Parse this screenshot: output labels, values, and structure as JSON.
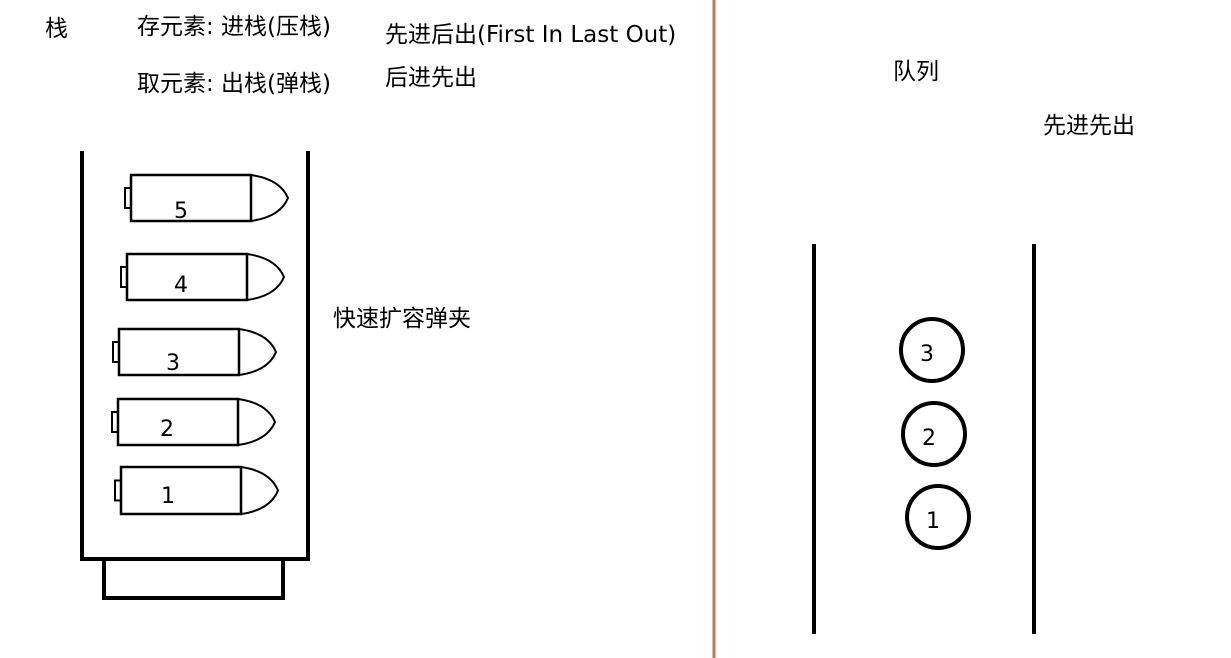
{
  "left_panel": {
    "stack_title": "栈",
    "push_text": "存元素: 进栈(压栈)",
    "pop_text": "取元素: 出栈(弹栈)",
    "filo_text": "先进后出(First In Last Out)",
    "lifo_text": "后进先出",
    "magazine_label": "快速扩容弹夹",
    "bullets": [
      "5",
      "4",
      "3",
      "2",
      "1"
    ]
  },
  "right_panel": {
    "queue_title": "队列",
    "fifo_text": "先进先出",
    "balls": [
      "3",
      "2",
      "1"
    ]
  },
  "colors": {
    "divider": "#b97a57",
    "stroke": "#000000"
  }
}
